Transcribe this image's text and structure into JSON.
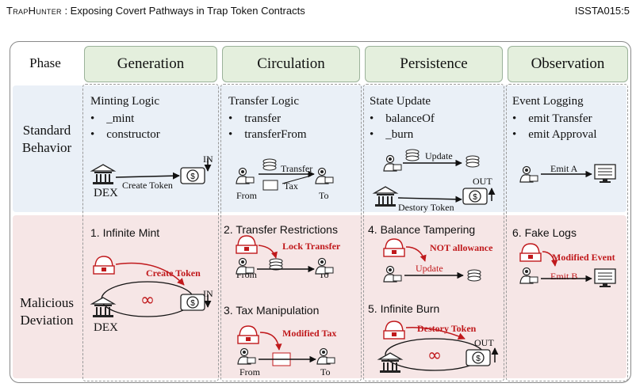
{
  "header": {
    "title_smallcaps": "TrapHunter",
    "title_rest": " : Exposing Covert Pathways in Trap Token Contracts",
    "code": "ISSTA015:5"
  },
  "columns": {
    "phase": "Phase",
    "generation": "Generation",
    "circulation": "Circulation",
    "persistence": "Persistence",
    "observation": "Observation"
  },
  "rows": {
    "standard_l1": "Standard",
    "standard_l2": "Behavior",
    "malicious_l1": "Malicious",
    "malicious_l2": "Deviation"
  },
  "standard": {
    "generation": {
      "title": "Minting Logic",
      "items": [
        "_mint",
        "constructor"
      ],
      "dex": "DEX",
      "arrow": "Create Token",
      "in": "IN"
    },
    "circulation": {
      "title": "Transfer Logic",
      "items": [
        "transfer",
        "transferFrom"
      ],
      "transfer": "Transfer",
      "tax": "Tax",
      "from": "From",
      "to": "To"
    },
    "persistence": {
      "title": "State Update",
      "items": [
        "balanceOf",
        "_burn"
      ],
      "update": "Update",
      "out": "OUT",
      "destroy": "Destory Token"
    },
    "observation": {
      "title": "Event Logging",
      "items": [
        "emit Transfer",
        "emit Approval"
      ],
      "emit": "Emit A"
    }
  },
  "malicious": {
    "generation": {
      "title": "1. Infinite Mint",
      "create": "Create Token",
      "dex": "DEX",
      "in": "IN"
    },
    "circulation": {
      "title1": "2. Transfer Restrictions",
      "lock": "Lock Transfer",
      "from1": "From",
      "to1": "To",
      "title2": "3. Tax Manipulation",
      "modtax": "Modified Tax",
      "from2": "From",
      "to2": "To"
    },
    "persistence": {
      "title1": "4. Balance Tampering",
      "notallow": "NOT allowance",
      "update": "Update",
      "title2": "5. Infinite Burn",
      "destroy": "Destory Token",
      "out": "OUT"
    },
    "observation": {
      "title": "6. Fake Logs",
      "modevent": "Modified Event",
      "emit": "Emit B"
    }
  }
}
